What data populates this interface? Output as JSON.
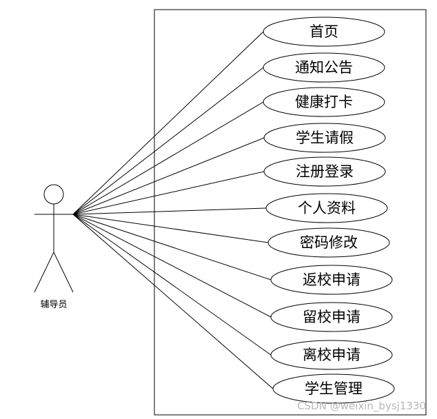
{
  "actor": {
    "label": "辅导员"
  },
  "use_cases": [
    {
      "label": "首页"
    },
    {
      "label": "通知公告"
    },
    {
      "label": "健康打卡"
    },
    {
      "label": "学生请假"
    },
    {
      "label": "注册登录"
    },
    {
      "label": "个人资料"
    },
    {
      "label": "密码修改"
    },
    {
      "label": "返校申请"
    },
    {
      "label": "留校申请"
    },
    {
      "label": "离校申请"
    },
    {
      "label": "学生管理"
    }
  ],
  "watermark": "CSDN @weixin_bysj1330"
}
